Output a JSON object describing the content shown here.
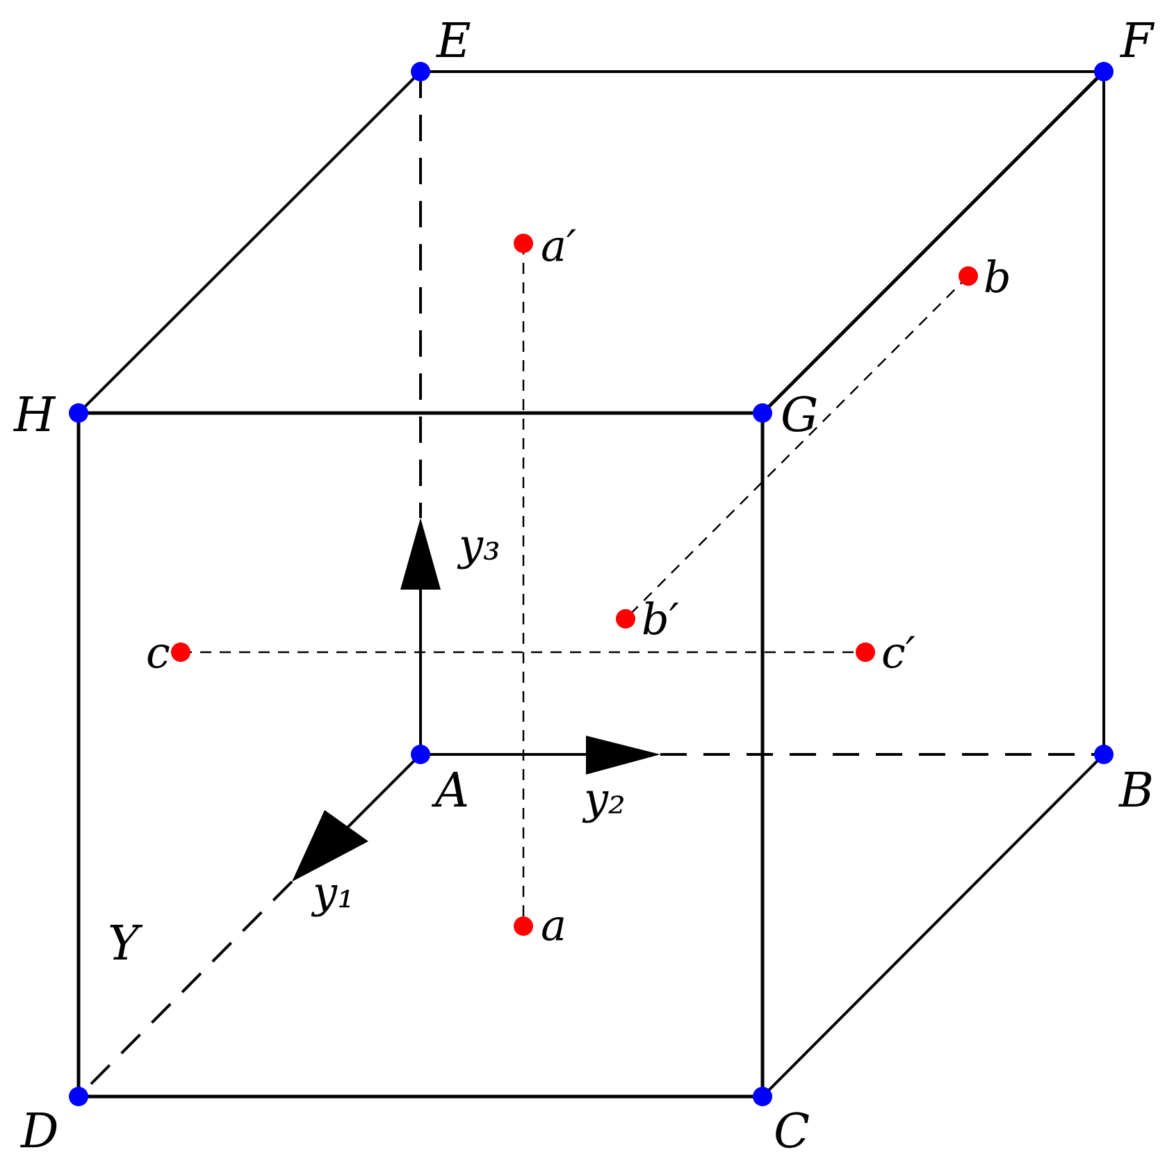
{
  "colors": {
    "vertex": "#0000ff",
    "point": "#ff0000",
    "line": "#000000"
  },
  "vertices": [
    {
      "id": "A",
      "label": "A"
    },
    {
      "id": "B",
      "label": "B"
    },
    {
      "id": "C",
      "label": "C"
    },
    {
      "id": "D",
      "label": "D"
    },
    {
      "id": "E",
      "label": "E"
    },
    {
      "id": "F",
      "label": "F"
    },
    {
      "id": "G",
      "label": "G"
    },
    {
      "id": "H",
      "label": "H"
    }
  ],
  "points": [
    {
      "id": "a",
      "label": "a"
    },
    {
      "id": "a_prime",
      "label": "a′"
    },
    {
      "id": "b",
      "label": "b"
    },
    {
      "id": "b_prime",
      "label": "b′"
    },
    {
      "id": "c",
      "label": "c"
    },
    {
      "id": "c_prime",
      "label": "c′"
    }
  ],
  "axes": {
    "y1": "y₁",
    "y2": "y₂",
    "y3": "y₃"
  },
  "region_label": "Y"
}
